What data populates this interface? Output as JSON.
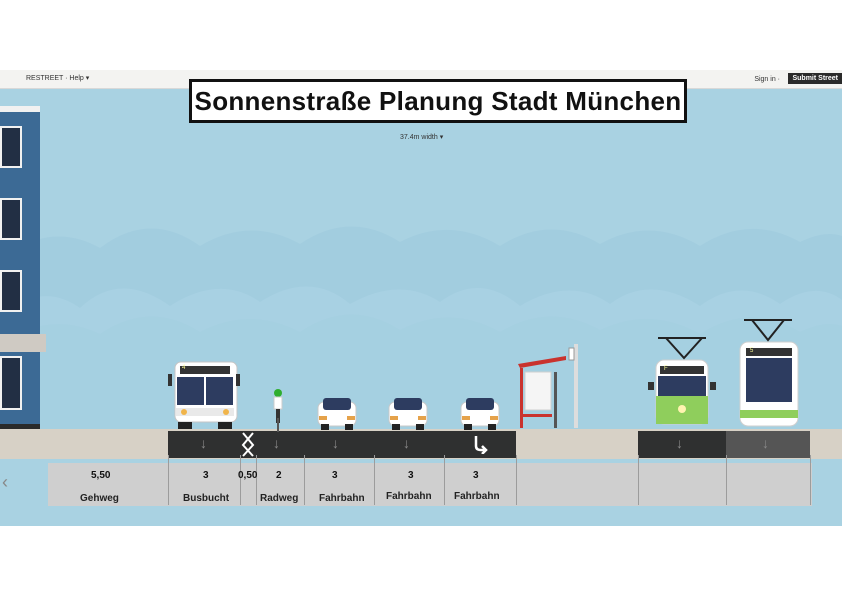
{
  "topbar": {
    "brand": "RESTREET · Help ▾",
    "sign_in": "Sign in ·",
    "submit": "Submit Street"
  },
  "street": {
    "title": "Sonnenstraße Planung Stadt München",
    "width_label": "37.4m width",
    "width_caret": "▾"
  },
  "vehicles": {
    "bus_route": "4",
    "tram_left_route": "F",
    "tram_right_route": "5"
  },
  "segments": [
    {
      "width": "5,50",
      "label": "Gehweg"
    },
    {
      "width": "3",
      "label": "Busbucht"
    },
    {
      "width": "0,50",
      "label": ""
    },
    {
      "width": "2",
      "label": "Radweg"
    },
    {
      "width": "3",
      "label": "Fahrbahn"
    },
    {
      "width": "3",
      "label": "Fahrbahn"
    },
    {
      "width": "3",
      "label": "Fahrbahn"
    }
  ],
  "nav": {
    "prev_glyph": "‹"
  },
  "colors": {
    "sky": "#a9d2e2",
    "building": "#3c6a95",
    "sidewalk": "#d7d1c6",
    "asphalt": "#2f3030",
    "tram_green": "#8fce5c",
    "stop_red": "#c9332e"
  },
  "icons": [
    "arrow-down-icon",
    "turn-right-arrow-icon",
    "lane-divider-icon",
    "chevron-left-icon",
    "caret-down-icon"
  ]
}
